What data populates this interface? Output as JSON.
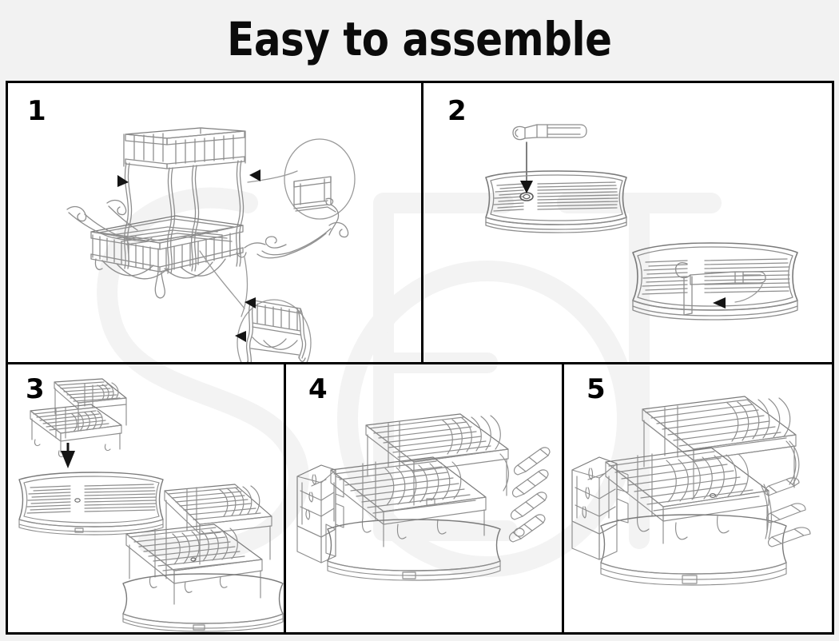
{
  "header": {
    "title": "Easy to assemble",
    "background_color": "#f2f2f2",
    "text_color": "#0b0b0b"
  },
  "document": {
    "type": "assembly-instruction-sheet",
    "product": "two-tier dish drying rack",
    "panel_count": 5,
    "frame_border_color": "#000000",
    "panel_background": "#ffffff",
    "line_art_color": "#8a8a8a",
    "arrow_color": "#1a1a1a",
    "watermark_color": "#f4f4f4"
  },
  "panels": [
    {
      "number": "1",
      "name": "attach-upper-rack-to-lower-basket",
      "contents": [
        "wire upper shelf with vertical dividers",
        "lower wire basket frame",
        "two side wire support rails with hook ends",
        "detail callout circle - top right clip joint",
        "detail callout circle - bottom center frame joint"
      ],
      "callouts": 2,
      "arrows": 4
    },
    {
      "number": "2",
      "name": "insert-drain-spout-into-tray",
      "contents": [
        "drain spout nozzle part",
        "ribbed plastic drip tray (top view)",
        "ribbed plastic drip tray with spout fitted (rotated view)"
      ],
      "callouts": 0,
      "arrows": 2
    },
    {
      "number": "3",
      "name": "place-rack-assembly-onto-drip-tray",
      "contents": [
        "assembled two-tier wire rack (upper)",
        "ribbed plastic drip tray",
        "completed rack seated on drip tray"
      ],
      "callouts": 0,
      "arrows": 1
    },
    {
      "number": "4",
      "name": "attach-utensil-holder-and-wire-hooks",
      "contents": [
        "three-compartment utensil caddy",
        "two-tier rack on drip tray",
        "set of wire hanging hooks"
      ],
      "callouts": 0,
      "arrows": 0
    },
    {
      "number": "5",
      "name": "completed-assembly",
      "contents": [
        "fully assembled two-tier dish rack with utensil caddy and side hooks on drip tray"
      ],
      "callouts": 0,
      "arrows": 0
    }
  ],
  "watermark": {
    "text": "SETO",
    "visible": true
  }
}
